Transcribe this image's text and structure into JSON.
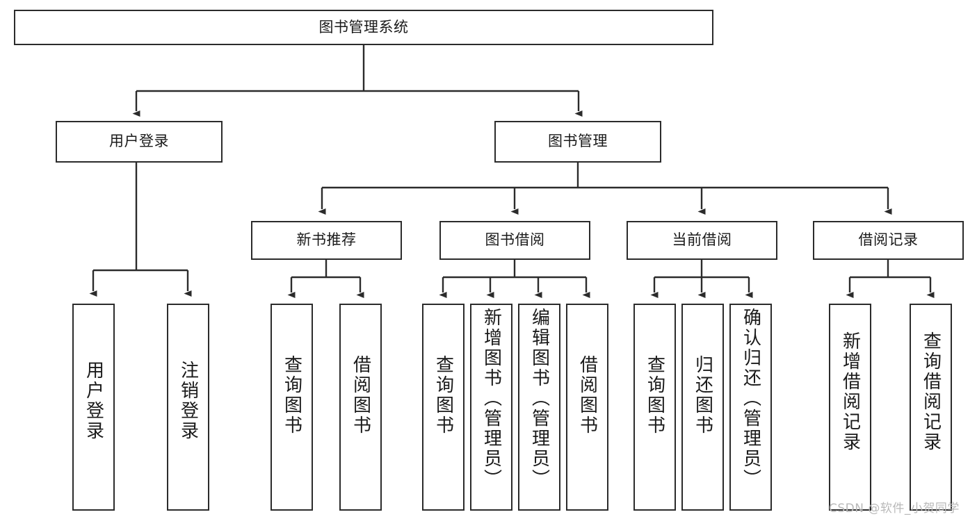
{
  "diagram": {
    "type": "tree",
    "title": "图书管理系统",
    "colors": {
      "stroke": "#2b2b2b",
      "fill": "#ffffff",
      "text": "#1a1a1a",
      "watermark": "#b9b9b9"
    },
    "nodes": {
      "root": {
        "label": "图书管理系统"
      },
      "level1": [
        {
          "id": "user-login",
          "label": "用户登录"
        },
        {
          "id": "book-manage",
          "label": "图书管理"
        }
      ],
      "level2": [
        {
          "id": "new-book-rec",
          "label": "新书推荐"
        },
        {
          "id": "book-borrow",
          "label": "图书借阅"
        },
        {
          "id": "current-borrow",
          "label": "当前借阅"
        },
        {
          "id": "borrow-record",
          "label": "借阅记录"
        }
      ],
      "leaves": {
        "user-login": [
          {
            "id": "leaf-user-login",
            "label": "用户登录"
          },
          {
            "id": "leaf-logout",
            "label": "注销登录"
          }
        ],
        "new-book-rec": [
          {
            "id": "leaf-query-book-1",
            "label": "查询图书"
          },
          {
            "id": "leaf-borrow-book-1",
            "label": "借阅图书"
          }
        ],
        "book-borrow": [
          {
            "id": "leaf-query-book-2",
            "label": "查询图书"
          },
          {
            "id": "leaf-add-book",
            "label": "新增图书（管理员）"
          },
          {
            "id": "leaf-edit-book",
            "label": "编辑图书（管理员）"
          },
          {
            "id": "leaf-borrow-book-2",
            "label": "借阅图书"
          }
        ],
        "current-borrow": [
          {
            "id": "leaf-query-book-3",
            "label": "查询图书"
          },
          {
            "id": "leaf-return-book",
            "label": "归还图书"
          },
          {
            "id": "leaf-confirm-return",
            "label": "确认归还（管理员）"
          }
        ],
        "borrow-record": [
          {
            "id": "leaf-add-record",
            "label": "新增借阅记录"
          },
          {
            "id": "leaf-query-record",
            "label": "查询借阅记录"
          }
        ]
      }
    },
    "watermark": "CSDN @软件_小贺同学"
  }
}
